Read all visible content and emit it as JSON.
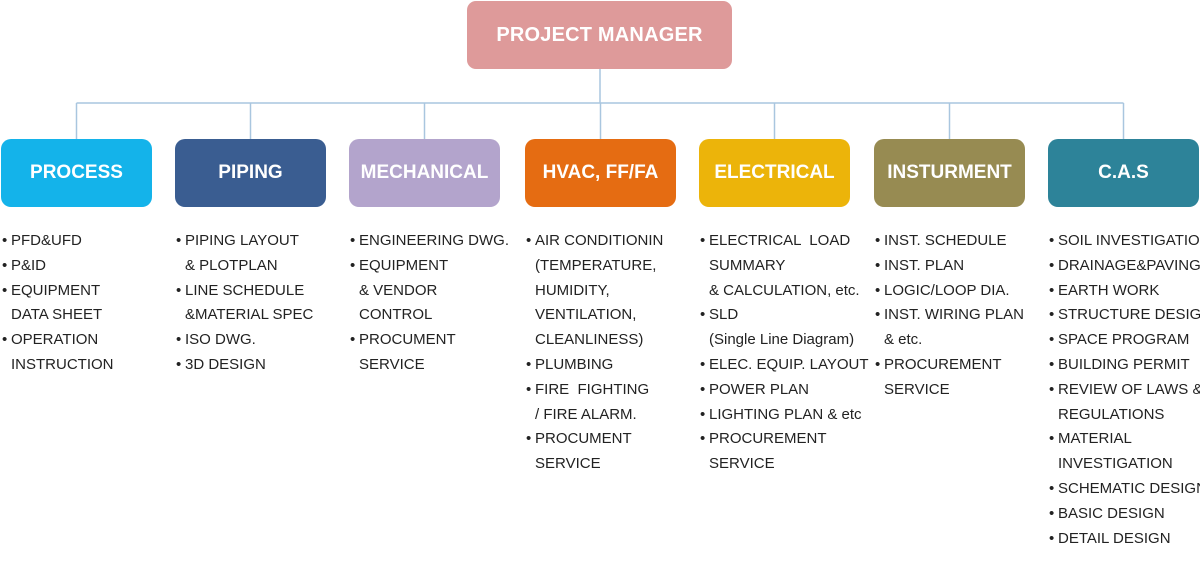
{
  "manager": {
    "label": "PROJECT MANAGER",
    "color": "#de9a9a"
  },
  "line_color": "#a9c6df",
  "departments": [
    {
      "label": "PROCESS",
      "color": "#14b3ea",
      "text_color": "#ffffff",
      "items": [
        "PFD&UFD",
        "P&ID",
        "EQUIPMENT\nDATA SHEET",
        "OPERATION\nINSTRUCTION"
      ]
    },
    {
      "label": "PIPING",
      "color": "#3a5d91",
      "text_color": "#ffffff",
      "items": [
        "PIPING LAYOUT\n& PLOTPLAN",
        "LINE SCHEDULE\n&MATERIAL SPEC",
        "ISO DWG.",
        "3D DESIGN"
      ]
    },
    {
      "label": "MECHANICAL",
      "color": "#b3a4cc",
      "text_color": "#ffffff",
      "items": [
        "ENGINEERING DWG.",
        "EQUIPMENT\n& VENDOR\nCONTROL",
        "PROCUMENT\nSERVICE"
      ]
    },
    {
      "label": "HVAC, FF/FA",
      "color": "#e56c12",
      "text_color": "#ffffff",
      "items": [
        "AIR CONDITIONIN\n(TEMPERATURE,\nHUMIDITY,\nVENTILATION,\nCLEANLINESS)",
        "PLUMBING",
        "FIRE  FIGHTING\n/ FIRE ALARM.",
        "PROCUMENT\nSERVICE"
      ]
    },
    {
      "label": "ELECTRICAL",
      "color": "#ecb40a",
      "text_color": "#ffffff",
      "items": [
        "ELECTRICAL  LOAD\nSUMMARY\n& CALCULATION, etc.",
        "SLD\n(Single Line Diagram)",
        "ELEC. EQUIP. LAYOUT",
        "POWER PLAN",
        "LIGHTING PLAN & etc",
        "PROCUREMENT\nSERVICE"
      ]
    },
    {
      "label": "INSTURMENT",
      "color": "#978b52",
      "text_color": "#ffffff",
      "items": [
        "INST. SCHEDULE",
        "INST. PLAN",
        "LOGIC/LOOP DIA.",
        "INST. WIRING PLAN\n& etc.",
        "PROCUREMENT\nSERVICE"
      ]
    },
    {
      "label": "C.A.S",
      "color": "#2d8399",
      "text_color": "#ffffff",
      "items": [
        "SOIL INVESTIGATION",
        "DRAINAGE&PAVING",
        "EARTH WORK",
        "STRUCTURE DESIGN",
        "SPACE PROGRAM",
        "BUILDING PERMIT",
        "REVIEW OF LAWS &\nREGULATIONS",
        "MATERIAL\nINVESTIGATION",
        "SCHEMATIC DESIGN",
        "BASIC DESIGN",
        "DETAIL DESIGN"
      ]
    }
  ]
}
